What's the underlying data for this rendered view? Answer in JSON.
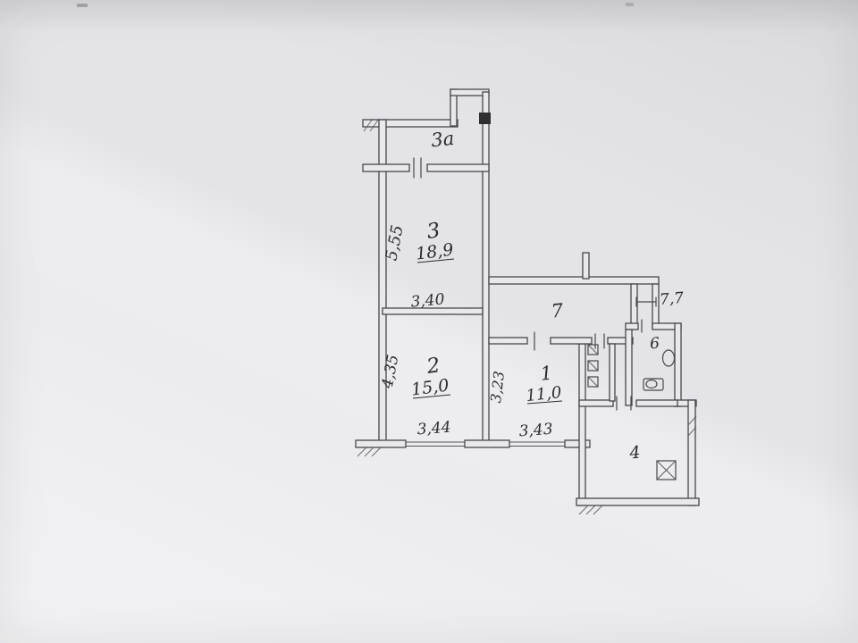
{
  "plan": {
    "room3a": {
      "number": "3a"
    },
    "room3": {
      "number": "3",
      "area": "18,9",
      "dim_width": "3,40",
      "dim_height": "5,55"
    },
    "room2": {
      "number": "2",
      "area": "15,0",
      "dim_width": "3,44",
      "dim_height": "4,35"
    },
    "room1": {
      "number": "1",
      "area": "11,0",
      "dim_width": "3,43",
      "dim_height": "3,23"
    },
    "room7": {
      "number": "7",
      "area": "7,7"
    },
    "room6": {
      "number": "6"
    },
    "room4": {
      "number": "4"
    }
  },
  "colors": {
    "paper": "#e4e4e8",
    "ink": "#2c2c30"
  }
}
